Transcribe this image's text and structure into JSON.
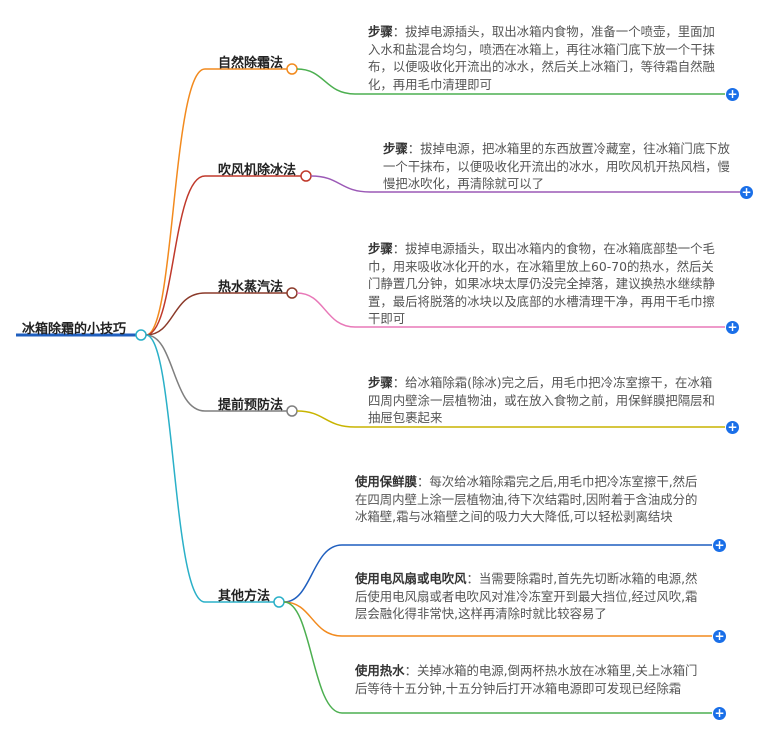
{
  "root": {
    "title": "冰箱除霜的小技巧"
  },
  "branches": [
    {
      "title": "自然除霜法",
      "color": "#f28a1e",
      "leaves": [
        {
          "keyword": "步骤",
          "text": "拔掉电源插头，取出冰箱内食物，准备一个喷壶，里面加入水和盐混合均匀，喷洒在冰箱上，再往冰箱门底下放一个干抹布，以便吸收化开流出的冰水，然后关上冰箱门，等待霜自然融化，再用毛巾清理即可",
          "line_color": "#4caf50"
        }
      ]
    },
    {
      "title": "吹风机除冰法",
      "color": "#c0392b",
      "leaves": [
        {
          "keyword": "步骤",
          "text": "拔掉电源，把冰箱里的东西放置冷藏室，往冰箱门底下放一个干抹布，以便吸收化开流出的冰水，用吹风机开热风档，慢慢把冰吹化，再清除就可以了",
          "line_color": "#9b59b6"
        }
      ]
    },
    {
      "title": "热水蒸汽法",
      "color": "#8b3a2a",
      "leaves": [
        {
          "keyword": "步骤",
          "text": "拔掉电源插头，取出冰箱内的食物，在冰箱底部垫一个毛巾，用来吸收冰化开的水，在冰箱里放上60-70的热水，然后关门静置几分钟，如果冰块太厚仍没完全掉落，建议换热水继续静置，最后将脱落的冰块以及底部的水槽清理干净，再用干毛巾擦干即可",
          "line_color": "#e878b8"
        }
      ]
    },
    {
      "title": "提前预防法",
      "color": "#7f7f7f",
      "leaves": [
        {
          "keyword": "步骤",
          "text": "给冰箱除霜(除冰)完之后，用毛巾把冷冻室擦干，在冰箱四周内壁涂一层植物油，或在放入食物之前，用保鲜膜把隔层和抽屉包裹起来",
          "line_color": "#c8b400"
        }
      ]
    },
    {
      "title": "其他方法",
      "color": "#2ab0c8",
      "leaves": [
        {
          "keyword": "使用保鲜膜",
          "text": "每次给冰箱除霜完之后,用毛巾把冷冻室擦干,然后在四周内壁上涂一层植物油,待下次结霜时,因附着于含油成分的冰箱壁,霜与冰箱壁之间的吸力大大降低,可以轻松剥离结块",
          "line_color": "#1f5fbf"
        },
        {
          "keyword": "使用电风扇或电吹风",
          "text": "当需要除霜时,首先先切断冰箱的电源,然后使用电风扇或者电吹风对准冷冻室开到最大挡位,经过风吹,霜层会融化得非常快,这样再清除时就比较容易了",
          "line_color": "#f28a1e"
        },
        {
          "keyword": "使用热水",
          "text": "关掉冰箱的电源,倒两杯热水放在冰箱里,关上冰箱门后等待十五分钟,十五分钟后打开冰箱电源即可发现已经除霜",
          "line_color": "#4caf50"
        }
      ]
    }
  ],
  "expand_icon": "plus-icon",
  "root_color": "#1f5fbf"
}
